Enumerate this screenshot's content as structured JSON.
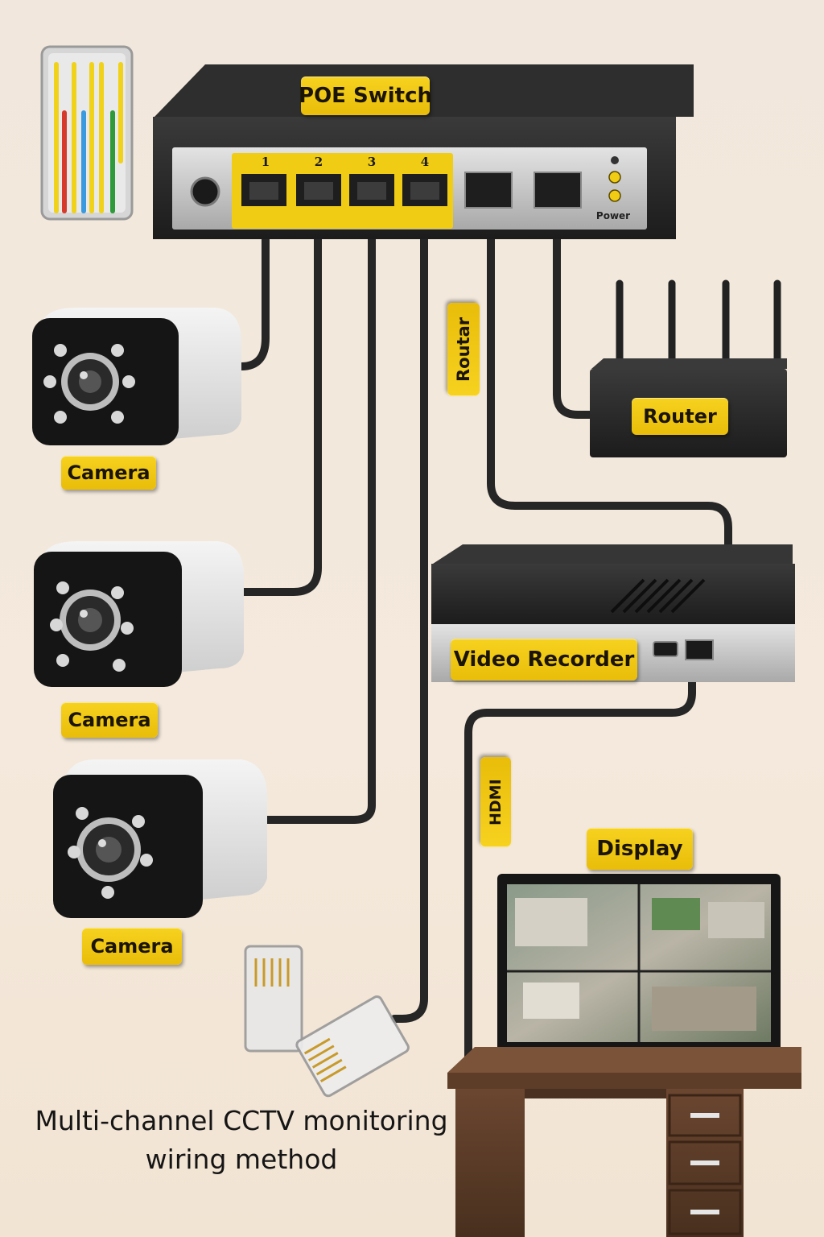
{
  "title": {
    "line1": "Multi-channel CCTV monitoring",
    "line2": "wiring method"
  },
  "switch": {
    "label": "POE Switch",
    "ports": [
      "1",
      "2",
      "3",
      "4"
    ],
    "power_label": "Power"
  },
  "router": {
    "label": "Router",
    "cable_label": "Routar"
  },
  "recorder": {
    "label": "Video Recorder"
  },
  "cameras": [
    {
      "label": "Camera"
    },
    {
      "label": "Camera"
    },
    {
      "label": "Camera"
    }
  ],
  "display": {
    "label": "Display",
    "cable_label": "HDMI"
  },
  "colors": {
    "label_yellow": "#f2cc14",
    "device_black": "#2b2b2b",
    "panel_silver": "#c9c9c9",
    "cable": "#2a2a2a",
    "desk_brown": "#5a3b24",
    "background": "#f2e7da"
  },
  "icons": [
    "rj45-wiring-icon",
    "rj45-plug-icon",
    "antenna-icon"
  ]
}
